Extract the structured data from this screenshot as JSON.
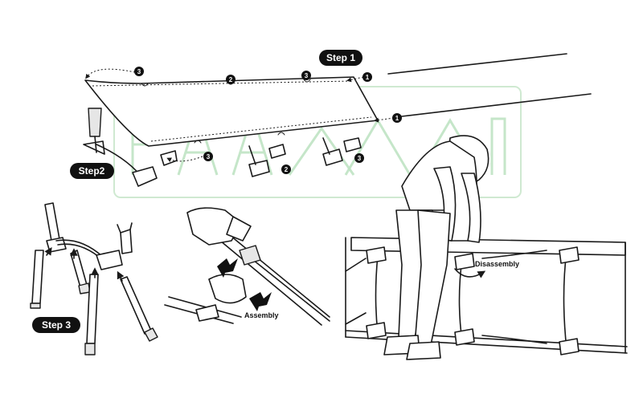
{
  "labels": {
    "step1": "Step 1",
    "step2": "Step2",
    "step3": "Step 3",
    "assembly": "Assembly",
    "disassembly": "Disassembly"
  },
  "callout_numbers": {
    "n1a": "1",
    "n1b": "1",
    "n2a": "2",
    "n2b": "2",
    "n3a": "3",
    "n3b": "3",
    "n3c": "3",
    "n3d": "3"
  },
  "colors": {
    "ink": "#111111",
    "watermark": "#bfe3c3"
  },
  "icons": {
    "push_arrow": "black-arrow-icon",
    "rotate_arrow": "rotate-arrow-icon"
  }
}
